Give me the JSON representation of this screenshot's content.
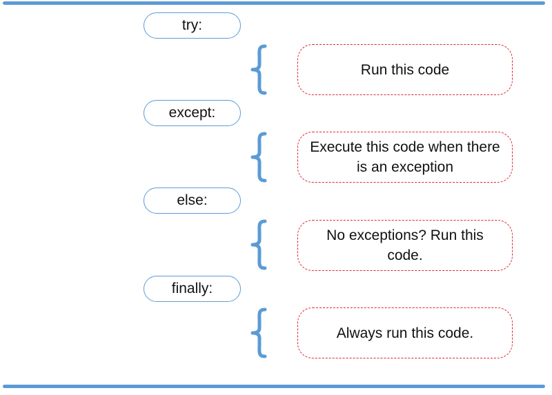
{
  "blocks": [
    {
      "keyword": "try:",
      "description": "Run this code"
    },
    {
      "keyword": "except:",
      "description": "Execute this code when there is an exception"
    },
    {
      "keyword": "else:",
      "description": "No exceptions? Run this code."
    },
    {
      "keyword": "finally:",
      "description": "Always run this code."
    }
  ],
  "colors": {
    "rule": "#5b9bd5",
    "keyword_border": "#5b9bd5",
    "brace": "#5b9bd5",
    "codebox_border": "#e0242c"
  }
}
